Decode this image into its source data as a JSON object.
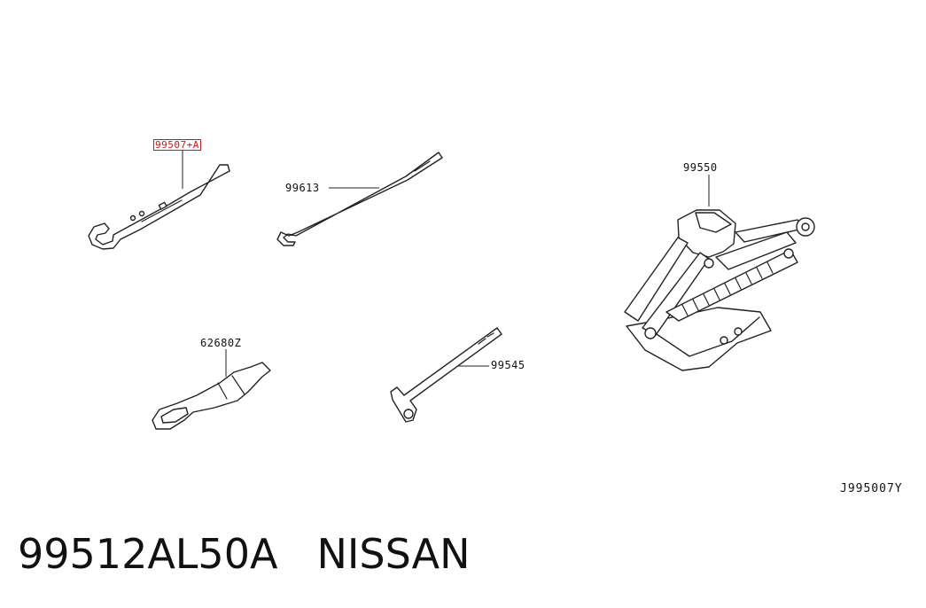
{
  "callouts": {
    "wrench": "99507+A",
    "hook_rod": "99613",
    "jack": "99550",
    "tow_hook": "62680Z",
    "handle": "99545"
  },
  "diagram_code": "J995007Y",
  "caption": {
    "part_number": "99512AL50A",
    "brand": "NISSAN"
  },
  "colors": {
    "highlight": "#d11111",
    "ink": "#222222"
  }
}
